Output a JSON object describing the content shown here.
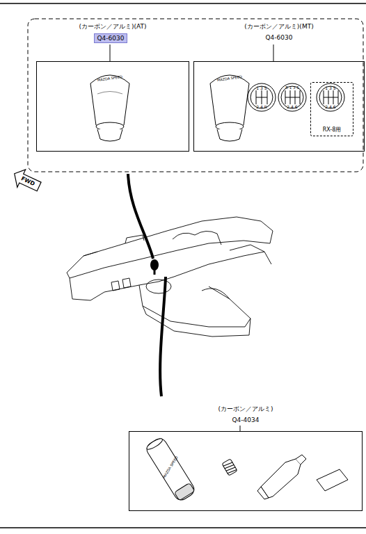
{
  "diagram": {
    "nodes": [
      {
        "text": [
          "(カーボン／アルミ)(AT)",
          "Q4-6030"
        ]
      },
      {
        "text": [
          "(カーボン／アルミ)(MT)",
          "Q4-6030"
        ]
      },
      {
        "text": [
          "RX-8用"
        ],
        "in": 1
      },
      {
        "text": [
          "(カーボン／アルミ)",
          "Q4-4034"
        ]
      }
    ],
    "labels": [
      "FWD",
      "MAZDA SPEED",
      "MAZDA SPEED",
      "1 3 5",
      "2 4 R",
      "R 1 3 5",
      "2 4 6",
      "1 3 5",
      "2 4 6",
      "MAZDA SPEED"
    ]
  }
}
